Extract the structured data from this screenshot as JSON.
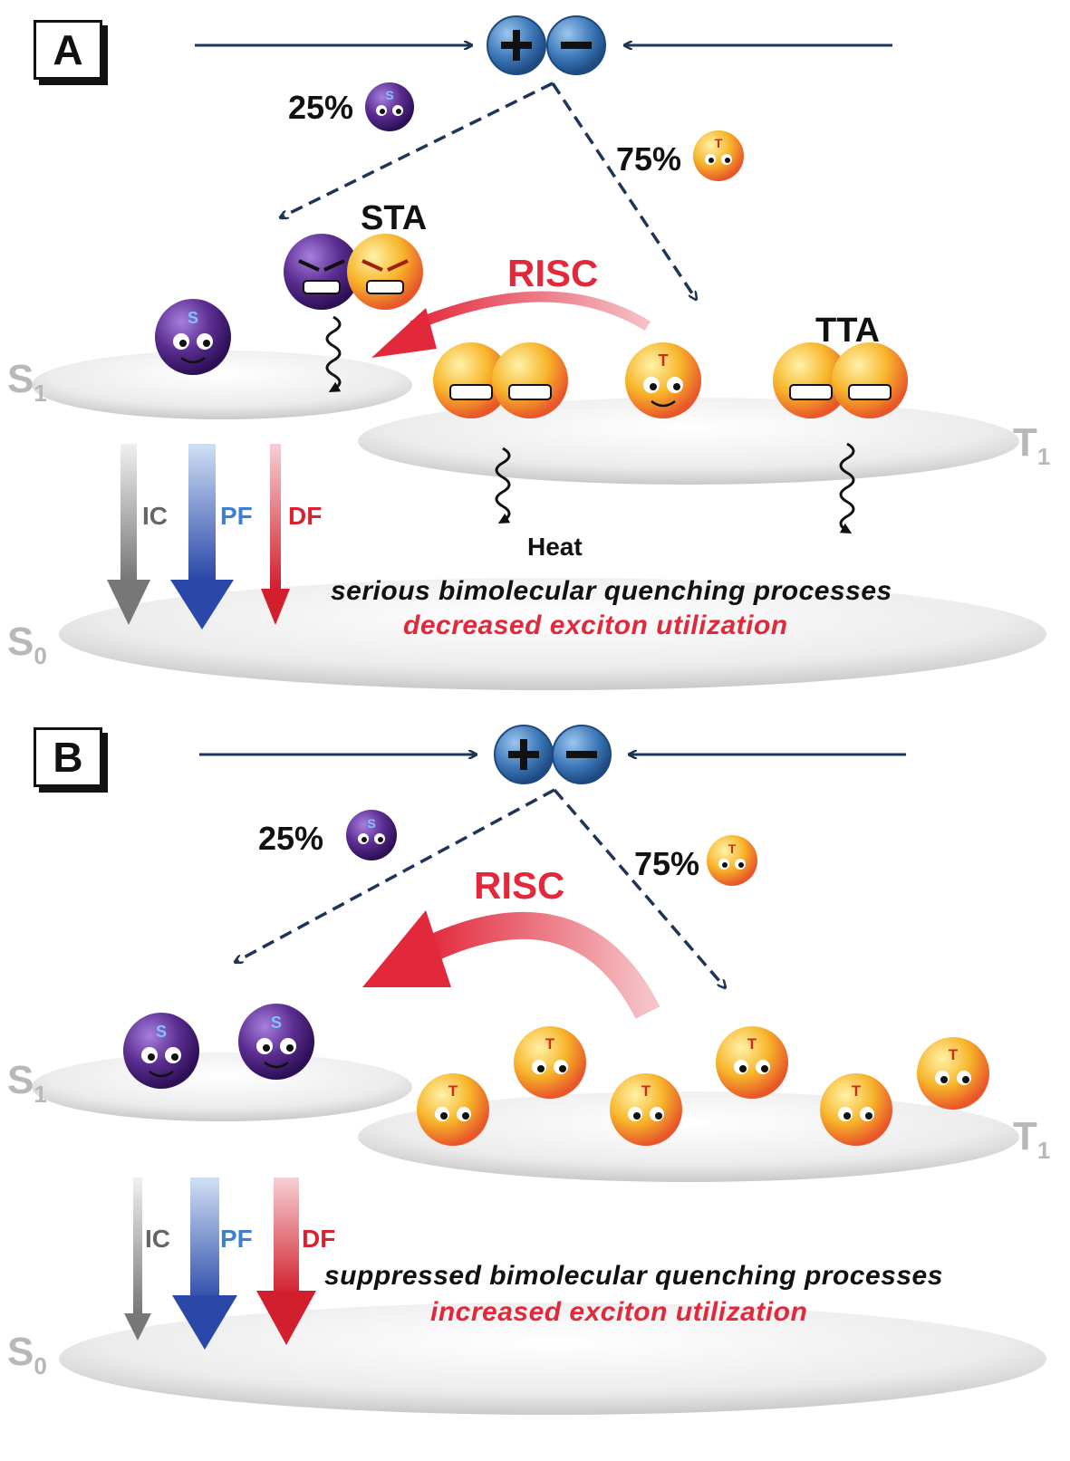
{
  "panel_a": {
    "label": "A",
    "pct_singlet": "25%",
    "pct_triplet": "75%",
    "sta": "STA",
    "tta": "TTA",
    "risc": "RISC",
    "level_s1": "S",
    "level_s1_sub": "1",
    "level_t1": "T",
    "level_t1_sub": "1",
    "level_s0": "S",
    "level_s0_sub": "0",
    "ic": "IC",
    "pf": "PF",
    "df": "DF",
    "heat": "Heat",
    "line1": "serious bimolecular  quenching processes",
    "line2": "decreased exciton  utilization"
  },
  "panel_b": {
    "label": "B",
    "pct_singlet": "25%",
    "pct_triplet": "75%",
    "risc": "RISC",
    "level_s1": "S",
    "level_s1_sub": "1",
    "level_t1": "T",
    "level_t1_sub": "1",
    "level_s0": "S",
    "level_s0_sub": "0",
    "ic": "IC",
    "pf": "PF",
    "df": "DF",
    "line1": "suppressed bimolecular  quenching processes",
    "line2": "increased exciton  utilization"
  },
  "glyphs": {
    "singlet_letter": "S",
    "triplet_letter": "T",
    "plus": "+",
    "minus": "−"
  },
  "colors": {
    "singlet": "#5b2d91",
    "triplet": "#f5a21f",
    "charge": "#3d78b8",
    "risc": "#e2283b",
    "arrow_dark": "#1f3558",
    "ic": "#8a8a8a",
    "pf": "#3355aa",
    "df": "#d7232f"
  }
}
